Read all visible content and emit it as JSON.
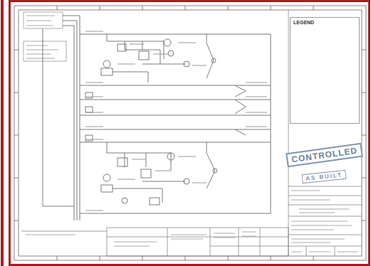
{
  "diagram": {
    "nodes": [
      {
        "text": [
          "LEGEND"
        ]
      }
    ],
    "labels": [
      "CONTROLLED",
      "AS BUILT"
    ]
  }
}
